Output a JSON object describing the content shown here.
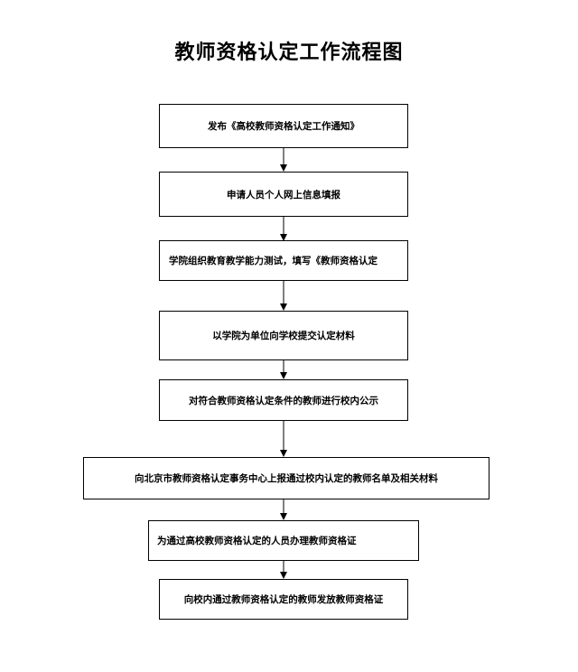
{
  "title": "教师资格认定工作流程图",
  "steps": [
    "发布《高校教师资格认定工作通知》",
    "申请人员个人网上信息填报",
    "学院组织教育教学能力测试，填写《教师资格认定",
    "以学院为单位向学校提交认定材料",
    "对符合教师资格认定条件的教师进行校内公示",
    "向北京市教师资格认定事务中心上报通过校内认定的教师名单及相关材料",
    "为通过高校教师资格认定的人员办理教师资格证",
    "向校内通过教师资格认定的教师发放教师资格证"
  ]
}
